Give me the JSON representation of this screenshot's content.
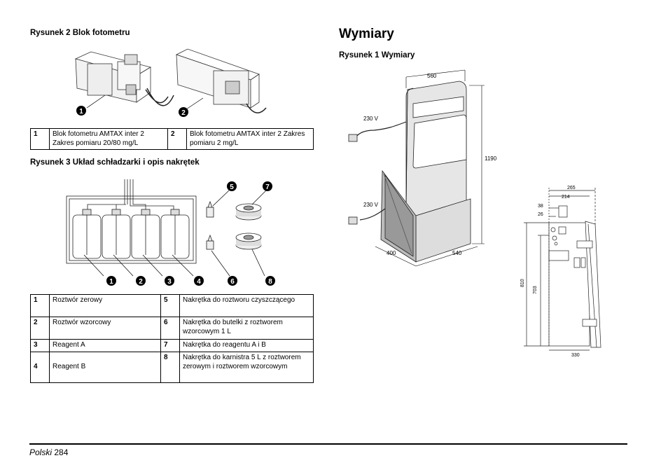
{
  "left": {
    "fig2": {
      "caption": "Rysunek 2 Blok fotometru",
      "callouts": [
        "1",
        "2"
      ],
      "legend": [
        {
          "n": "1",
          "text": "Blok fotometru AMTAX inter 2 Zakres pomiaru 20/80 mg/L"
        },
        {
          "n": "2",
          "text": "Blok fotometru AMTAX inter 2 Zakres pomiaru 2 mg/L"
        }
      ]
    },
    "fig3": {
      "caption": "Rysunek 3 Układ schładzarki i opis nakrętek",
      "callouts": [
        "1",
        "2",
        "3",
        "4",
        "5",
        "6",
        "7",
        "8"
      ],
      "legend": [
        {
          "n1": "1",
          "t1": "Roztwór zerowy",
          "n2": "5",
          "t2": "Nakrętka do roztworu czyszczącego"
        },
        {
          "n1": "2",
          "t1": "Roztwór wzorcowy",
          "n2": "6",
          "t2": "Nakrętka do butelki z roztworem wzorcowym 1 L"
        },
        {
          "n1": "3",
          "t1": "Reagent A",
          "n2": "7",
          "t2": "Nakrętka do reagentu A i B"
        },
        {
          "n1": "4",
          "t1": "Reagent B",
          "n2": "8",
          "t2": "Nakrętka do karnistra 5 L z roztworem zerowym i roztworem wzorcowym"
        }
      ]
    }
  },
  "right": {
    "heading": "Wymiary",
    "fig1": {
      "caption": "Rysunek 1 Wymiary",
      "dims": {
        "width_top": "560",
        "height": "1190",
        "depth": "400",
        "base_width": "540",
        "voltage_top": "230 V",
        "voltage_bottom": "230 V",
        "side_265": "265",
        "side_214": "214",
        "side_38": "38",
        "side_26": "26",
        "side_810": "810",
        "side_703": "703",
        "side_330": "330"
      }
    }
  },
  "footer": {
    "language": "Polski",
    "page": "284"
  }
}
